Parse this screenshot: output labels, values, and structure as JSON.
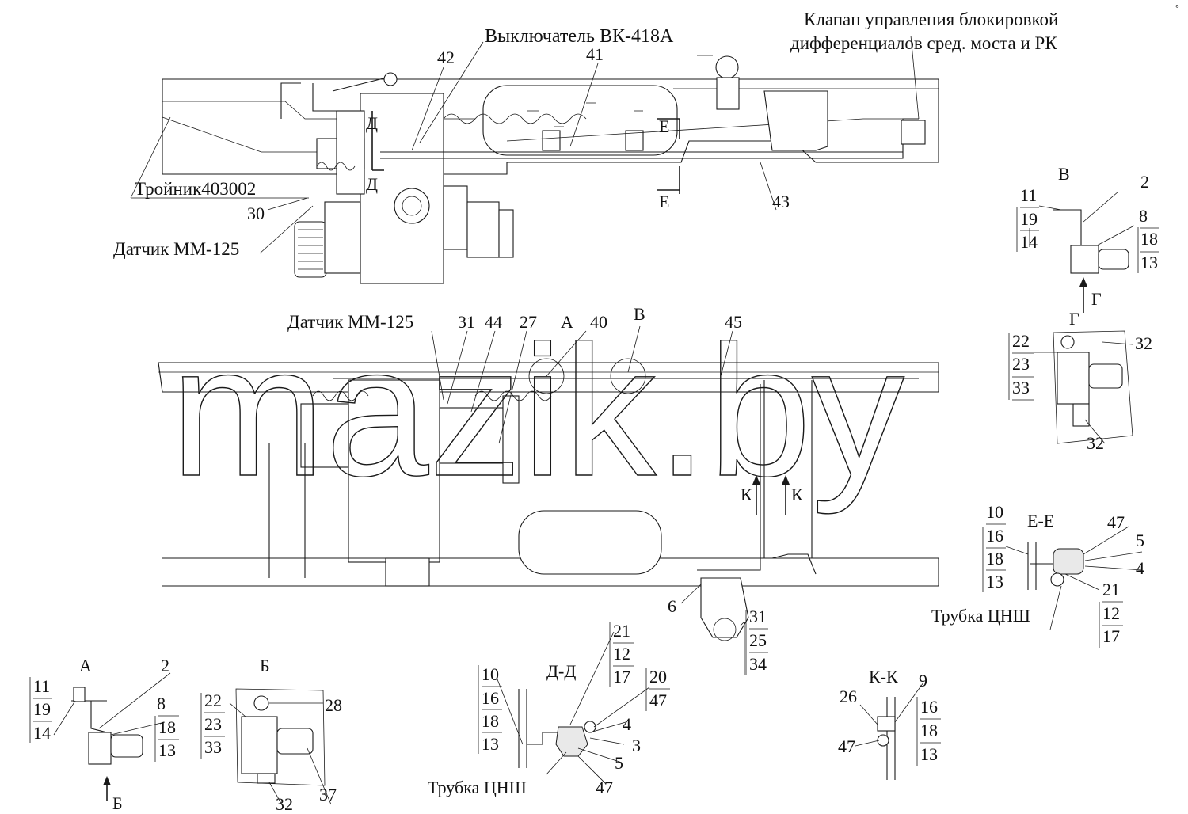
{
  "watermark": "mazik.by",
  "corner_mark": "°",
  "titles": {
    "switch": "Выключатель ВК-418А",
    "valve_line1": "Клапан управления блокировкой",
    "valve_line2": "дифференциалов сред. моста и РК",
    "tee": "Тройник403002",
    "sensor_top": "Датчик ММ-125",
    "sensor_mid": "Датчик ММ-125",
    "tube_ee": "Трубка ЦНШ",
    "tube_dd": "Трубка ЦНШ"
  },
  "views": {
    "A": "А",
    "B": "Б",
    "V": "В",
    "G": "Г",
    "DD": "Д-Д",
    "EE": "Е-Е",
    "KK": "К-К",
    "D": "Д",
    "E": "Е",
    "K": "К"
  },
  "callouts": {
    "c42": "42",
    "c41": "41",
    "c43": "43",
    "c30": "30",
    "c31a": "31",
    "c44": "44",
    "c27": "27",
    "c40": "40",
    "c45": "45",
    "c6": "6",
    "c31b": "31",
    "c25": "25",
    "c34": "34",
    "v_11": "11",
    "v_19": "19",
    "v_14": "14",
    "v_2": "2",
    "v_8": "8",
    "v_18": "18",
    "v_13": "13",
    "g_22": "22",
    "g_23": "23",
    "g_33": "33",
    "g_32a": "32",
    "g_32b": "32",
    "e_10": "10",
    "e_16": "16",
    "e_18": "18",
    "e_13": "13",
    "e_47": "47",
    "e_5": "5",
    "e_4": "4",
    "e_21": "21",
    "e_12": "12",
    "e_17": "17",
    "a_11": "11",
    "a_19": "19",
    "a_14": "14",
    "a_2": "2",
    "a_8": "8",
    "a_18": "18",
    "a_13": "13",
    "b_22": "22",
    "b_23": "23",
    "b_33": "33",
    "b_28": "28",
    "b_32": "32",
    "b_37": "37",
    "d_10": "10",
    "d_16": "16",
    "d_18": "18",
    "d_13": "13",
    "d_21": "21",
    "d_12": "12",
    "d_17": "17",
    "d_20": "20",
    "d_47a": "47",
    "d_4": "4",
    "d_3": "3",
    "d_5": "5",
    "d_47b": "47",
    "k_26": "26",
    "k_47": "47",
    "k_9": "9",
    "k_16": "16",
    "k_18": "18",
    "k_13": "13"
  }
}
